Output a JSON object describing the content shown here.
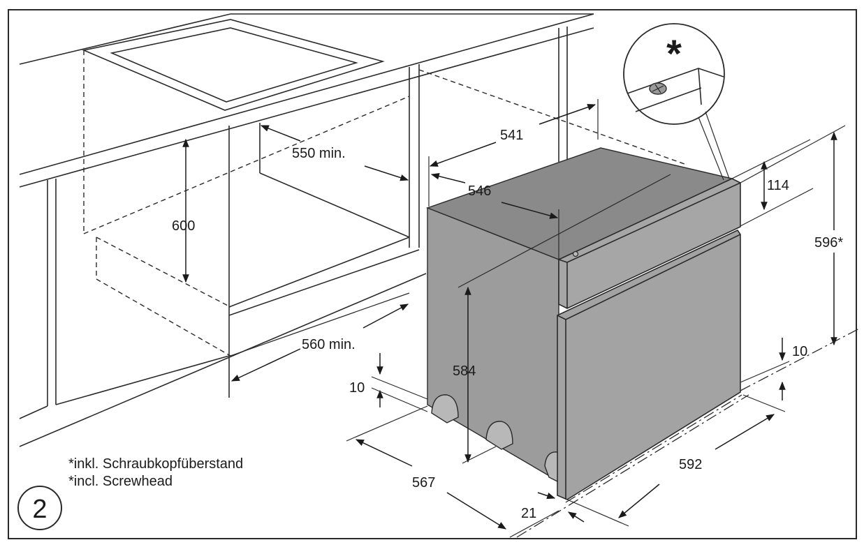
{
  "figure_number": "2",
  "detail_marker": "*",
  "footnotes": {
    "de": "*inkl. Schraubkopfüberstand",
    "en": "*incl. Screwhead"
  },
  "dimensions": {
    "niche_depth": "550 min.",
    "niche_height": "600",
    "niche_width": "560 min.",
    "oven_depth_top": "541",
    "oven_depth_side": "546",
    "panel_height": "114",
    "total_height": "596*",
    "body_height": "584",
    "bottom_gap": "10",
    "front_gap": "10",
    "body_width": "567",
    "front_width": "592",
    "front_thickness": "21"
  },
  "colors": {
    "oven_top": "#8a8a8a",
    "oven_side": "#9c9c9c",
    "oven_front": "#a3a3a3",
    "lines": "#2a2a2a"
  }
}
